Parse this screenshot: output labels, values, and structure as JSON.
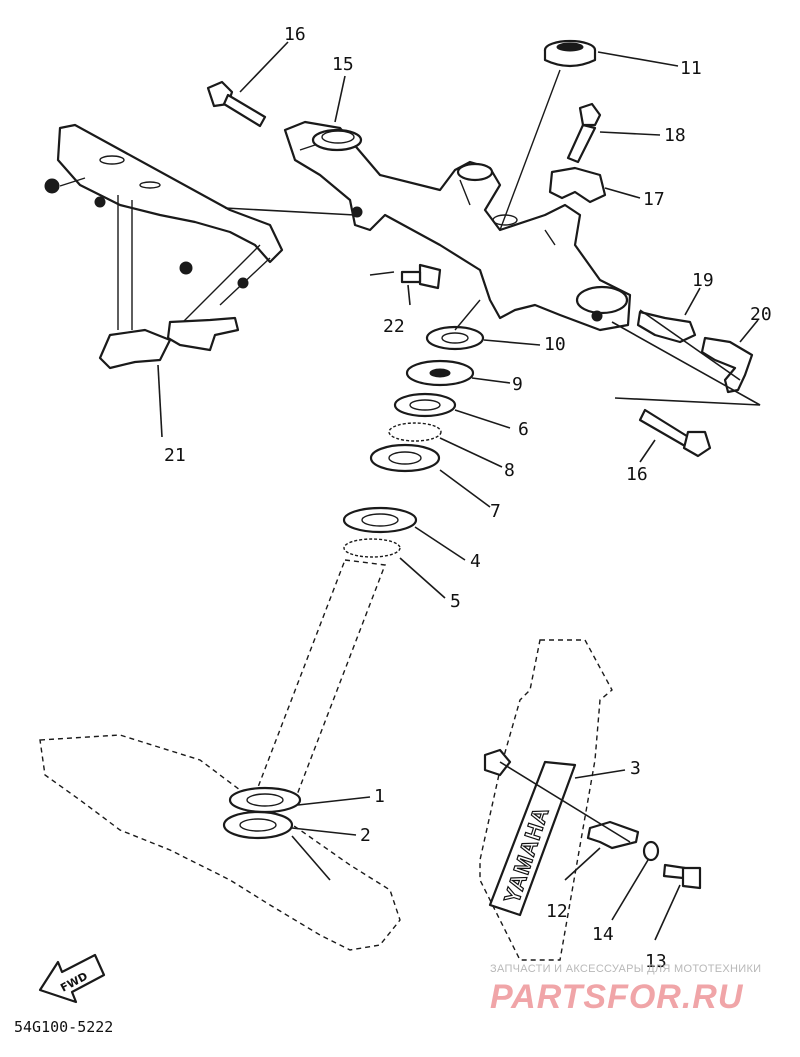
{
  "diagram_code": "54G100-5222",
  "callouts": [
    "1",
    "2",
    "3",
    "4",
    "5",
    "6",
    "7",
    "8",
    "9",
    "10",
    "11",
    "12",
    "13",
    "14",
    "15",
    "16",
    "16",
    "17",
    "18",
    "19",
    "20",
    "21",
    "22"
  ],
  "fwd_label": "FWD",
  "fork_marking": "YAMAHA",
  "watermark": {
    "tagline": "ЗАПЧАСТИ И АКСЕССУАРЫ ДЛЯ МОТОТЕХНИКИ",
    "brand": "PARTSFOR.RU"
  },
  "colors": {
    "line": "#1a1a1a",
    "watermark": "#f0a5a8",
    "background": "#ffffff"
  }
}
